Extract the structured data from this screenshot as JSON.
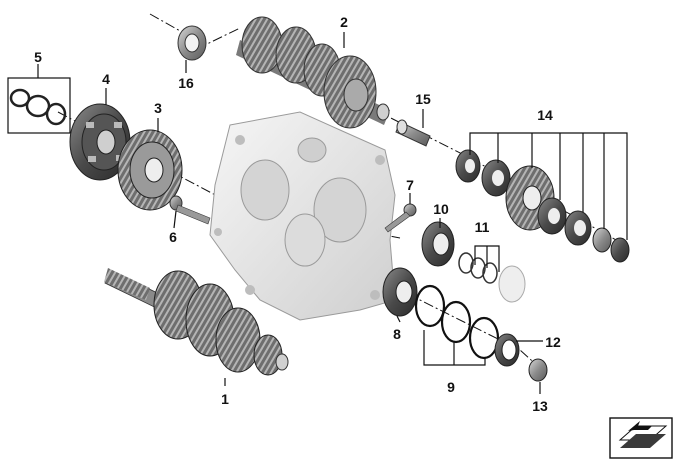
{
  "diagram": {
    "callouts": [
      {
        "id": "c1",
        "label": "1"
      },
      {
        "id": "c2",
        "label": "2"
      },
      {
        "id": "c3",
        "label": "3"
      },
      {
        "id": "c4",
        "label": "4"
      },
      {
        "id": "c5",
        "label": "5"
      },
      {
        "id": "c6",
        "label": "6"
      },
      {
        "id": "c7",
        "label": "7"
      },
      {
        "id": "c8",
        "label": "8"
      },
      {
        "id": "c9",
        "label": "9"
      },
      {
        "id": "c10",
        "label": "10"
      },
      {
        "id": "c11",
        "label": "11"
      },
      {
        "id": "c12",
        "label": "12"
      },
      {
        "id": "c13",
        "label": "13"
      },
      {
        "id": "c14",
        "label": "14"
      },
      {
        "id": "c15",
        "label": "15"
      },
      {
        "id": "c16",
        "label": "16"
      }
    ],
    "nav_icon": "return-arrow-icon",
    "colors": {
      "part_dark": "#3a3a3a",
      "part_mid": "#7a7a7a",
      "part_light": "#c9c9c9",
      "housing": "#eaeaea",
      "line": "#111111"
    }
  }
}
